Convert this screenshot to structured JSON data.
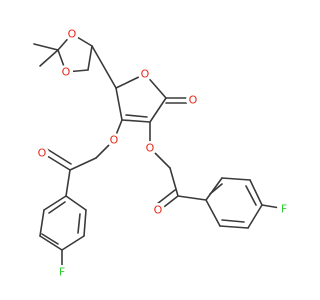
{
  "colors": {
    "bond": "#3a3a3a",
    "oxygen": "#e8291c",
    "fluorine": "#33cc33"
  },
  "molecule": {
    "atom_labels": {
      "o_dioxolane_top": "O",
      "o_dioxolane_bottom": "O",
      "o_ring": "O",
      "o_carbonyl_lactone": "O",
      "o_ether_left": "O",
      "o_ether_right": "O",
      "o_ketone_left": "O",
      "o_ketone_right": "O",
      "f_left": "F",
      "f_right": "F"
    }
  }
}
